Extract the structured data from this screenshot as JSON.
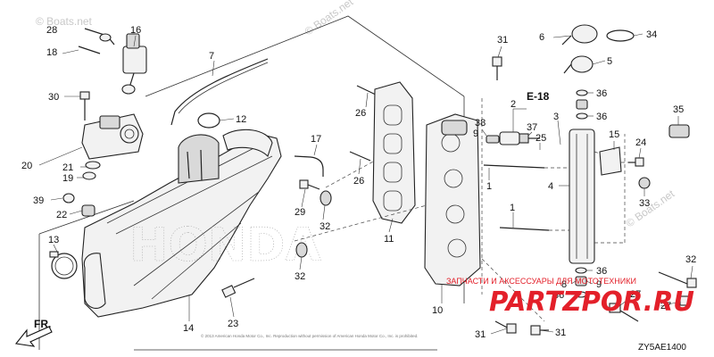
{
  "watermarks": [
    "© Boats.net",
    "© Boats.net",
    "© Boats.net"
  ],
  "engine_block_letters": "HONDA",
  "brand": {
    "tagline": "ЗАПЧАСТИ И АКСЕССУАРЫ ДЛЯ МОТОТЕХНИКИ",
    "name": "PARTZPOR.RU"
  },
  "section_ref": "E-18",
  "diagram_code": "ZY5AE1400",
  "copyright": "© 2013 American Honda Motor Co., Inc. Reproduction without permission of American Honda Motor Co., Inc. is prohibited.",
  "front_arrow": "FR.",
  "callouts": [
    {
      "id": "c28",
      "text": "28"
    },
    {
      "id": "c18",
      "text": "18"
    },
    {
      "id": "c16",
      "text": "16"
    },
    {
      "id": "c30",
      "text": "30"
    },
    {
      "id": "c7",
      "text": "7"
    },
    {
      "id": "c12",
      "text": "12"
    },
    {
      "id": "c20",
      "text": "20"
    },
    {
      "id": "c21",
      "text": "21"
    },
    {
      "id": "c19",
      "text": "19"
    },
    {
      "id": "c39",
      "text": "39"
    },
    {
      "id": "c22",
      "text": "22"
    },
    {
      "id": "c13",
      "text": "13"
    },
    {
      "id": "c17",
      "text": "17"
    },
    {
      "id": "c29",
      "text": "29"
    },
    {
      "id": "c32a",
      "text": "32"
    },
    {
      "id": "c32b",
      "text": "32"
    },
    {
      "id": "c14",
      "text": "14"
    },
    {
      "id": "c23",
      "text": "23"
    },
    {
      "id": "c26a",
      "text": "26"
    },
    {
      "id": "c26b",
      "text": "26"
    },
    {
      "id": "c11",
      "text": "11"
    },
    {
      "id": "c31a",
      "text": "31"
    },
    {
      "id": "c10",
      "text": "10"
    },
    {
      "id": "c31b",
      "text": "31"
    },
    {
      "id": "c31c",
      "text": "31"
    },
    {
      "id": "c6",
      "text": "6"
    },
    {
      "id": "c34",
      "text": "34"
    },
    {
      "id": "c5",
      "text": "5"
    },
    {
      "id": "c2",
      "text": "2"
    },
    {
      "id": "c36a",
      "text": "36"
    },
    {
      "id": "c38",
      "text": "38"
    },
    {
      "id": "c9a",
      "text": "9"
    },
    {
      "id": "c37",
      "text": "37"
    },
    {
      "id": "c3",
      "text": "3"
    },
    {
      "id": "c36b",
      "text": "36"
    },
    {
      "id": "c25",
      "text": "25"
    },
    {
      "id": "c35",
      "text": "35"
    },
    {
      "id": "c15",
      "text": "15"
    },
    {
      "id": "c24",
      "text": "24"
    },
    {
      "id": "c1a",
      "text": "1"
    },
    {
      "id": "c4",
      "text": "4"
    },
    {
      "id": "c33",
      "text": "33"
    },
    {
      "id": "c1b",
      "text": "1"
    },
    {
      "id": "c36c",
      "text": "36"
    },
    {
      "id": "c8",
      "text": "8"
    },
    {
      "id": "c9b",
      "text": "9"
    },
    {
      "id": "c36d",
      "text": "36"
    },
    {
      "id": "c32c",
      "text": "32"
    },
    {
      "id": "c27a",
      "text": "27"
    },
    {
      "id": "c27b",
      "text": "27"
    }
  ]
}
